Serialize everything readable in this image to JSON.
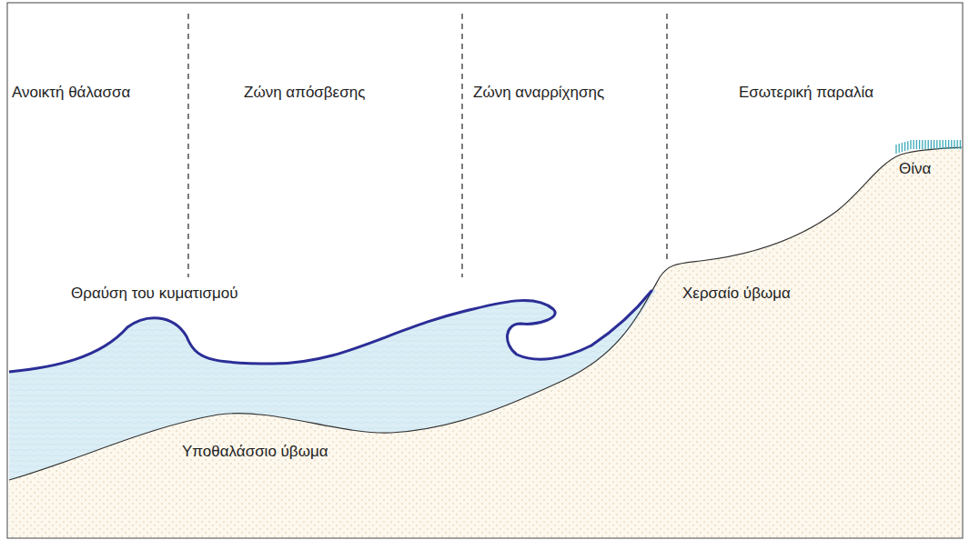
{
  "diagram": {
    "labels": [
      "Ανοικτή θάλασσα",
      "Ζώνη απόσβεσης",
      "Ζώνη αναρρίχησης",
      "Εσωτερική παραλία",
      "Θραύση του κυματισμού",
      "Χερσαίο ύβωμα",
      "Θίνα",
      "Υποθαλάσσιο ύβωμα"
    ]
  }
}
